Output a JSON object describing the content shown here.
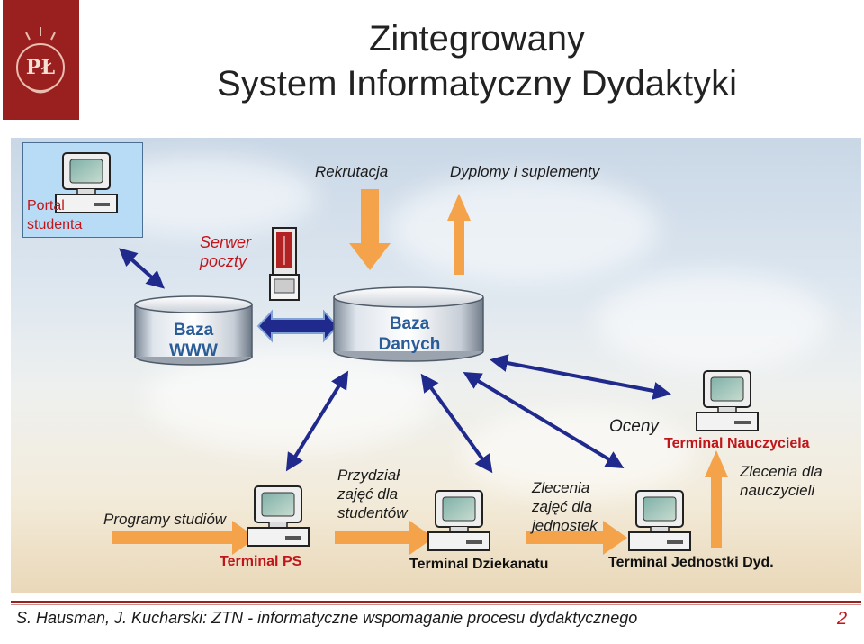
{
  "title": {
    "line1": "Zintegrowany",
    "line2": "System Informatyczny Dydaktyki"
  },
  "logo": {
    "text": "PŁ"
  },
  "nodes": {
    "portal": "Portal studenta",
    "serwer_poczty": "Serwer poczty",
    "baza_www": "Baza WWW",
    "baza_danych": "Baza Danych",
    "terminal_ps": "Terminal PS",
    "terminal_dziekanatu": "Terminal Dziekanatu",
    "terminal_jednostki": "Terminal Jednostki Dyd.",
    "terminal_nauczyciela": "Terminal Nauczyciela"
  },
  "labels": {
    "rekrutacja": "Rekrutacja",
    "dyplomy": "Dyplomy i suplementy",
    "oceny": "Oceny",
    "programy": "Programy studiów",
    "przydzial": "Przydział zajęć dla studentów",
    "zlecenia_jednostek": "Zlecenia zajęć dla jednostek",
    "zlecenia_nauczycieli": "Zlecenia dla nauczycieli"
  },
  "footer": {
    "text": "S. Hausman, J. Kucharski: ZTN - informatyczne wspomaganie procesu dydaktycznego",
    "page": "2"
  },
  "colors": {
    "orange": "#f5a34a",
    "navy": "#1f2a8c",
    "db_blue": "#2a5c97",
    "red": "#c0161b"
  }
}
